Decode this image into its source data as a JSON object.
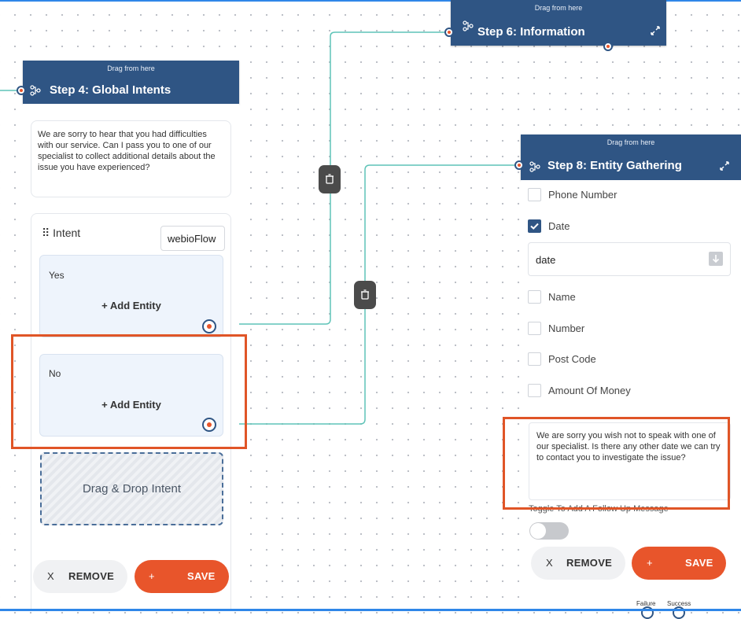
{
  "canvas": {
    "drag_hint": "Drag from here",
    "colors": {
      "header": "#2f5584",
      "accent": "#e8552b",
      "connector": "#5fc4b8",
      "highlight": "#e05527"
    }
  },
  "step6": {
    "title": "Step 6: Information",
    "icon": "flow-icon",
    "expand_icon": "expand-icon"
  },
  "step4": {
    "title": "Step 4: Global Intents",
    "message": "We are sorry to hear that you had difficulties with our service. Can I pass you to one of our specialist to collect additional details about the issue you have experienced?",
    "intent_label": "⠿ Intent",
    "flow_select_value": "webioFlow",
    "intents": [
      {
        "label": "Yes",
        "add_entity": "+ Add Entity"
      },
      {
        "label": "No",
        "add_entity": "+ Add Entity"
      }
    ],
    "dropzone_label": "Drag & Drop Intent",
    "remove_symbol": "X",
    "remove_label": "REMOVE",
    "save_symbol": "+",
    "save_label": "SAVE"
  },
  "step8": {
    "title": "Step 8: Entity Gathering",
    "entities": [
      {
        "label": "Phone Number",
        "checked": false
      },
      {
        "label": "Date",
        "checked": true
      },
      {
        "label": "Name",
        "checked": false
      },
      {
        "label": "Number",
        "checked": false
      },
      {
        "label": "Post Code",
        "checked": false
      },
      {
        "label": "Amount Of Money",
        "checked": false
      }
    ],
    "date_select_value": "date",
    "followup_message": "We are sorry you wish not to speak with one of our specialist. Is there any other date we can try to contact you to investigate the issue?",
    "toggle_label": "Toggle To Add A Follow Up Message",
    "toggle_on": false,
    "remove_symbol": "X",
    "remove_label": "REMOVE",
    "save_symbol": "+",
    "save_label": "SAVE",
    "port_labels": {
      "failure": "Failure",
      "success": "Success"
    }
  },
  "connectors": {
    "delete_icon": "trash-icon"
  }
}
